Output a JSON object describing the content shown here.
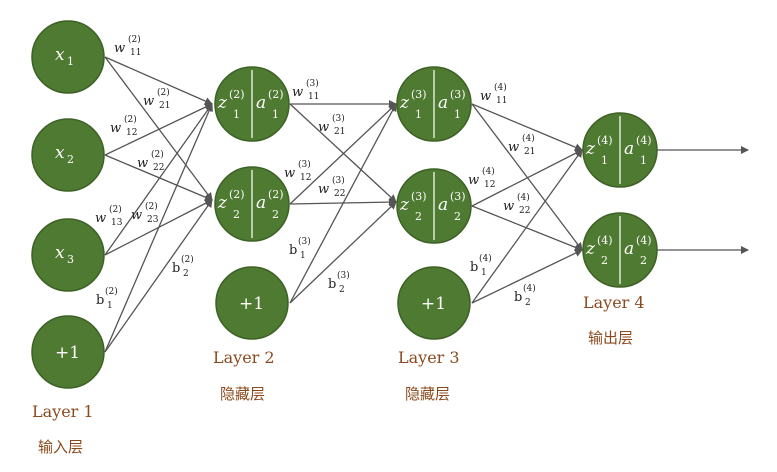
{
  "nodes": {
    "x1": "x",
    "x1_sub": "1",
    "x2": "x",
    "x2_sub": "2",
    "x3": "x",
    "x3_sub": "3",
    "bias": "+1",
    "z": "z",
    "a": "a"
  },
  "layers": {
    "l1_title": "Layer 1",
    "l1_name": "输入层",
    "l2_title": "Layer 2",
    "l2_name": "隐藏层",
    "l3_title": "Layer 3",
    "l3_name": "隐藏层",
    "l4_title": "Layer 4",
    "l4_name": "输出层"
  },
  "labels": {
    "w": "w",
    "b": "b",
    "s2": "(2)",
    "s3": "(3)",
    "s4": "(4)",
    "i11": "11",
    "i12": "12",
    "i13": "13",
    "i21": "21",
    "i22": "22",
    "i23": "23",
    "i1": "1",
    "i2": "2"
  }
}
